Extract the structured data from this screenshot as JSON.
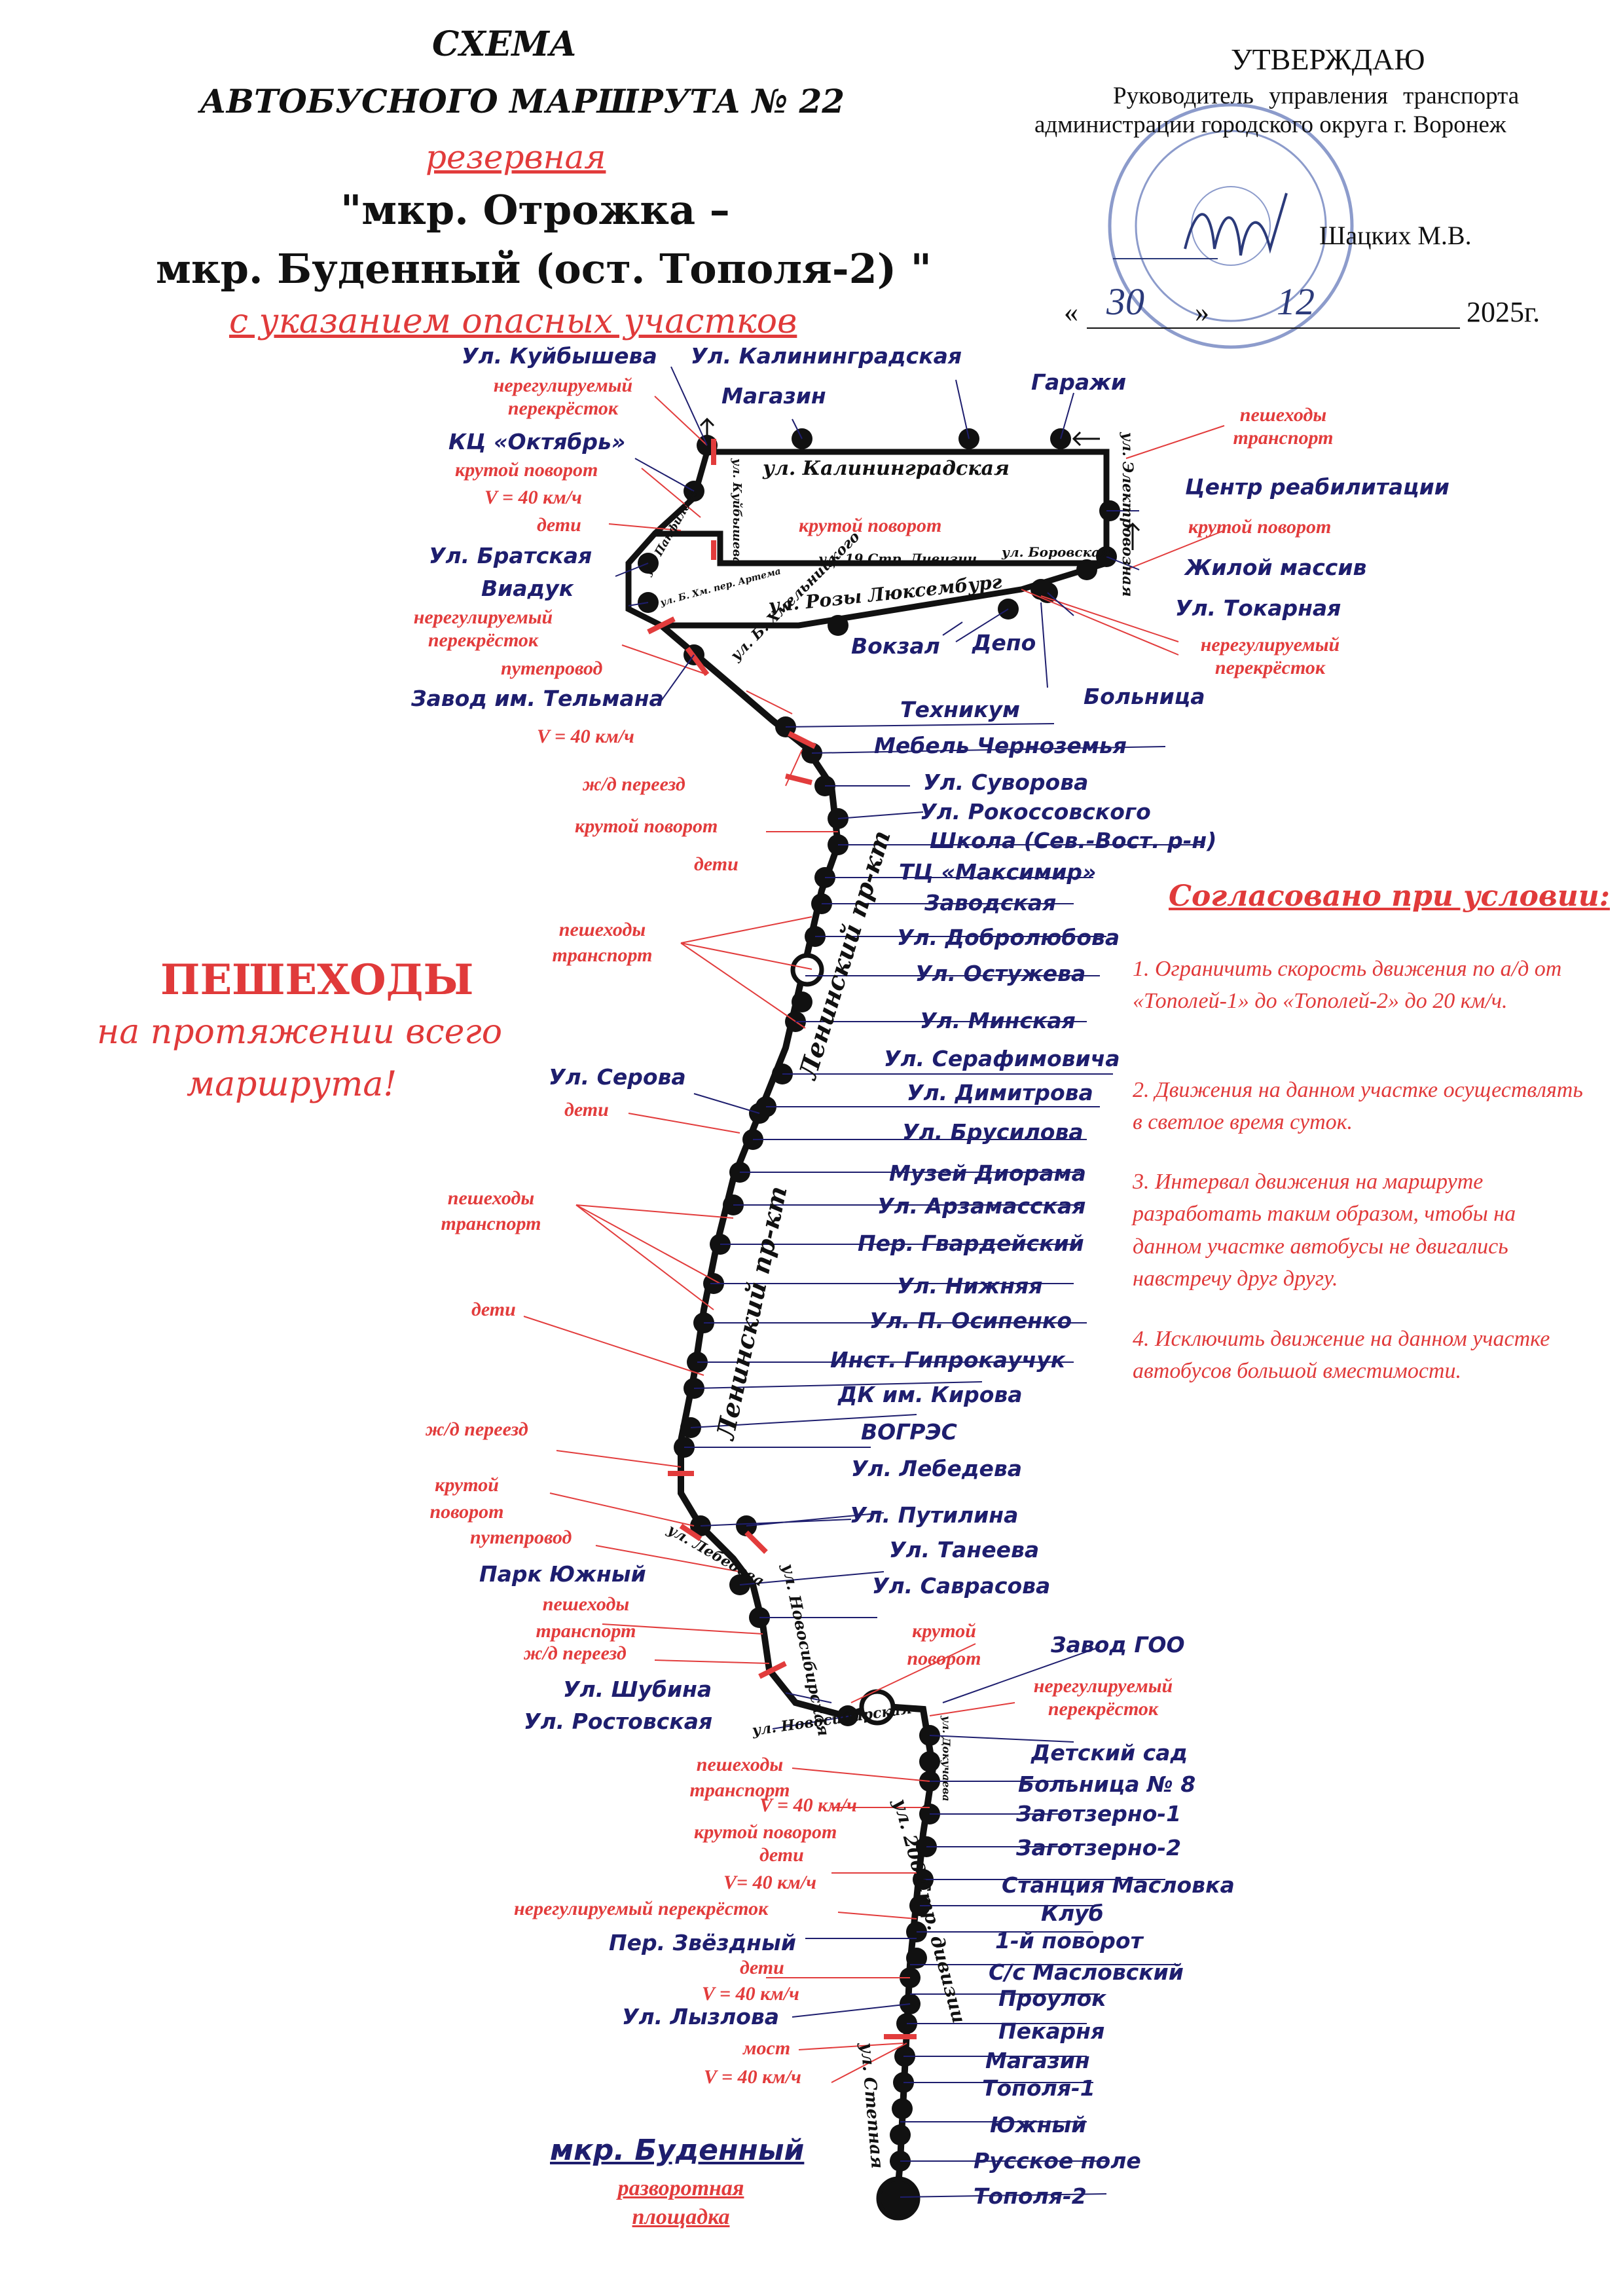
{
  "title": {
    "l1": "СХЕМА",
    "l2": "АВТОБУСНОГО МАРШРУТА № 22",
    "l3": "резервная",
    "l4": "\"мкр. Отрожка –",
    "l5": "мкр. Буденный (ост. Тополя-2) \"",
    "l6": "с указанием опасных участков"
  },
  "approval": {
    "head": "УТВЕРЖДАЮ",
    "l1": "Руководитель управления транспорта",
    "l2": "администрации городского округа г. Воронеж",
    "name": "Шацких М.В.",
    "day": "30",
    "month": "12",
    "year": "2025г.",
    "q1": "«",
    "q2": "»"
  },
  "streets": {
    "kalinin": "ул. Калининградская",
    "elektro": "ул. Электровозная",
    "kuib": "ул. Куйбышева",
    "panf": "ул. Панфилова",
    "str19": "ул. 19 Стр. Дивизии",
    "borov": "ул. Боровская",
    "rozy": "ул. Розы Люксембург",
    "bkhm_artema": "ул. Б. Хм. пер. Артема",
    "khmel": "ул. Б. Хмельницкого",
    "len": "Ленинский пр-кт",
    "lebed": "ул. Лебедева",
    "novos1": "ул. Новосибирская",
    "novos2": "ул. Новосибирская",
    "dokuch": "ул. Докучаева",
    "str206": "ул. 206 Стр. дивизии",
    "stepn": "ул. Степная"
  },
  "stops": [
    {
      "label": "Ул. Куйбышева"
    },
    {
      "label": "Ул. Калининградская"
    },
    {
      "label": "Магазин"
    },
    {
      "label": "Гаражи"
    },
    {
      "label": "КЦ «Октябрь»"
    },
    {
      "label": "Центр реабилитации"
    },
    {
      "label": "Ул. Братская"
    },
    {
      "label": "Жилой массив"
    },
    {
      "label": "Виадук"
    },
    {
      "label": "Ул. Токарная"
    },
    {
      "label": "Вокзал"
    },
    {
      "label": "Депо"
    },
    {
      "label": "Завод им. Тельмана"
    },
    {
      "label": "Больница"
    },
    {
      "label": "Техникум"
    },
    {
      "label": "Мебель Черноземья"
    },
    {
      "label": "Ул. Суворова"
    },
    {
      "label": "Ул. Рокоссовского"
    },
    {
      "label": "Школа (Сев.-Вост. р-н)"
    },
    {
      "label": "ТЦ «Максимир»"
    },
    {
      "label": "Заводская"
    },
    {
      "label": "Ул. Добролюбова"
    },
    {
      "label": "Ул. Остужева"
    },
    {
      "label": "Ул. Минская"
    },
    {
      "label": "Ул. Серафимовича"
    },
    {
      "label": "Ул. Серова"
    },
    {
      "label": "Ул. Димитрова"
    },
    {
      "label": "Ул. Брусилова"
    },
    {
      "label": "Музей Диорама"
    },
    {
      "label": "Ул. Арзамасская"
    },
    {
      "label": "Пер. Гвардейский"
    },
    {
      "label": "Ул. Нижняя"
    },
    {
      "label": "Ул. П. Осипенко"
    },
    {
      "label": "Инст. Гипрокаучук"
    },
    {
      "label": "ДК им. Кирова"
    },
    {
      "label": "ВОГРЭС"
    },
    {
      "label": "Ул. Лебедева"
    },
    {
      "label": "Ул. Путилина"
    },
    {
      "label": "Ул. Танеева"
    },
    {
      "label": "Парк Южный"
    },
    {
      "label": "Ул. Саврасова"
    },
    {
      "label": "Завод ГОО"
    },
    {
      "label": "Ул. Шубина"
    },
    {
      "label": "Ул. Ростовская"
    },
    {
      "label": "Детский сад"
    },
    {
      "label": "Больница № 8"
    },
    {
      "label": "Заготзерно-1"
    },
    {
      "label": "Заготзерно-2"
    },
    {
      "label": "Станция Масловка"
    },
    {
      "label": "Клуб"
    },
    {
      "label": "1-й поворот"
    },
    {
      "label": "Пер. Звёздный"
    },
    {
      "label": "С/с Масловский"
    },
    {
      "label": "Проулок"
    },
    {
      "label": "Ул. Лызлова"
    },
    {
      "label": "Пекарня"
    },
    {
      "label": "Магазин"
    },
    {
      "label": "Тополя-1"
    },
    {
      "label": "Южный"
    },
    {
      "label": "Русское поле"
    },
    {
      "label": "Тополя-2"
    }
  ],
  "hazards": [
    {
      "label": "нерегулируемый перекрёсток"
    },
    {
      "label": "пешеходы транспорт"
    },
    {
      "label": "крутой поворот"
    },
    {
      "label": "V = 40 км/ч"
    },
    {
      "label": "дети"
    },
    {
      "label": "крутой поворот"
    },
    {
      "label": "крутой поворот"
    },
    {
      "label": "нерегулируемый перекрёсток"
    },
    {
      "label": "нерегулируемый перекрёсток"
    },
    {
      "label": "путепровод"
    },
    {
      "label": "V = 40 км/ч"
    },
    {
      "label": "ж/д переезд"
    },
    {
      "label": "крутой поворот"
    },
    {
      "label": "дети"
    },
    {
      "label": "пешеходы транспорт"
    },
    {
      "label": "дети"
    },
    {
      "label": "пешеходы транспорт"
    },
    {
      "label": "дети"
    },
    {
      "label": "ж/д переезд"
    },
    {
      "label": "крутой поворот"
    },
    {
      "label": "путепровод"
    },
    {
      "label": "пешеходы транспорт"
    },
    {
      "label": "ж/д переезд"
    },
    {
      "label": "крутой поворот"
    },
    {
      "label": "нерегулируемый перекрёсток"
    },
    {
      "label": "пешеходы транспорт"
    },
    {
      "label": "V = 40 км/ч"
    },
    {
      "label": "крутой поворот"
    },
    {
      "label": "дети"
    },
    {
      "label": "V= 40 км/ч"
    },
    {
      "label": "нерегулируемый перекрёсток"
    },
    {
      "label": "дети"
    },
    {
      "label": "V = 40 км/ч"
    },
    {
      "label": "мост"
    },
    {
      "label": "V = 40 км/ч"
    }
  ],
  "pedestrians": {
    "l1": "ПЕШЕХОДЫ",
    "l2": "на протяжении всего",
    "l3": "маршрута!"
  },
  "conditions": {
    "head": "Согласовано при условии:",
    "items": [
      "1. Ограничить скорость движения по а/д от «Тополей-1» до «Тополей-2» до 20 км/ч.",
      "2. Движения на данном участке осуществлять в светлое время суток.",
      "3. Интервал движения на маршруте разработать таким образом, чтобы на данном участке автобусы не двигались навстречу друг другу.",
      "4. Исключить движение на данном участке автобусов большой вместимости."
    ]
  },
  "terminus": {
    "name": "мкр. Буденный",
    "sub": "разворотная площадка"
  },
  "colors": {
    "route": "#111111",
    "stop_label": "#1e1e6e",
    "hazard": "#e23c3c",
    "stamp": "#6a7fb8"
  },
  "icons": {
    "stop": "black-dot-icon",
    "turnaround": "ring-icon",
    "hazard_marker": "red-bar-icon",
    "stamp": "round-seal-icon",
    "signature": "signature-icon"
  }
}
